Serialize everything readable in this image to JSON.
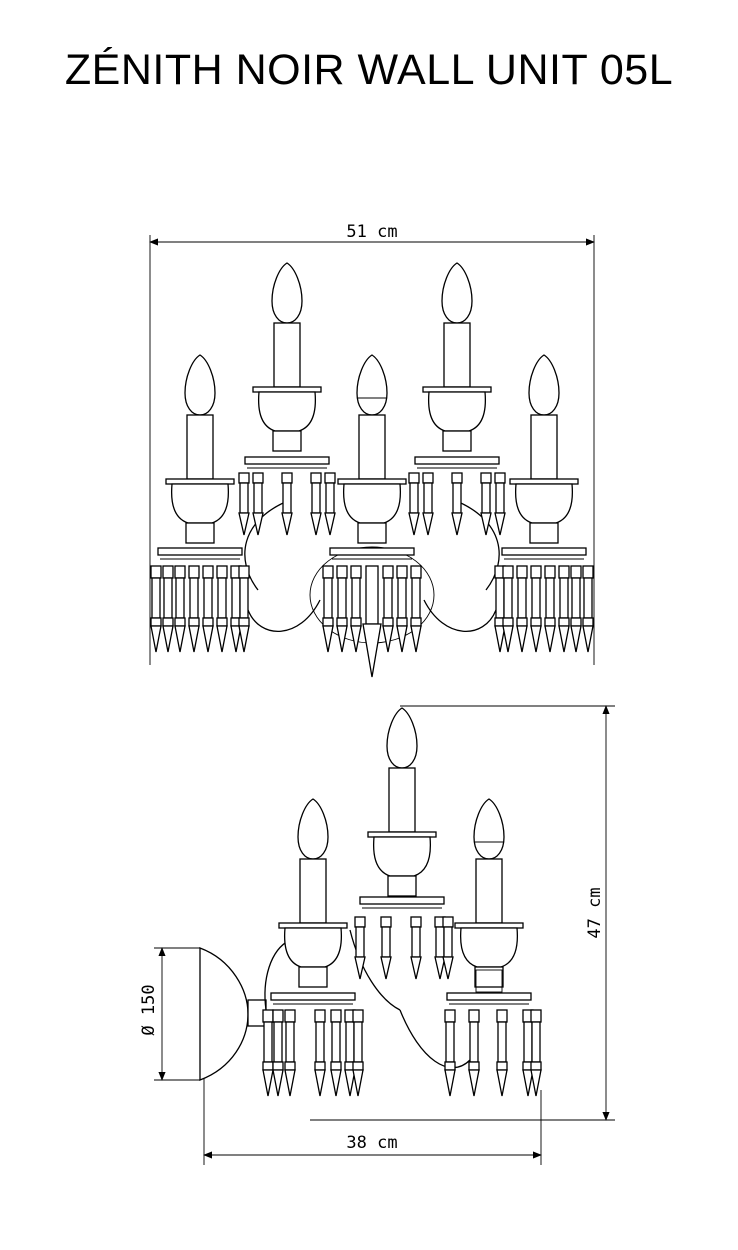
{
  "title": "ZÉNITH NOIR WALL UNIT 05L",
  "dimensions": {
    "width": "51 cm",
    "height": "47 cm",
    "depth": "38 cm",
    "plate_diameter": "Ø 150"
  }
}
